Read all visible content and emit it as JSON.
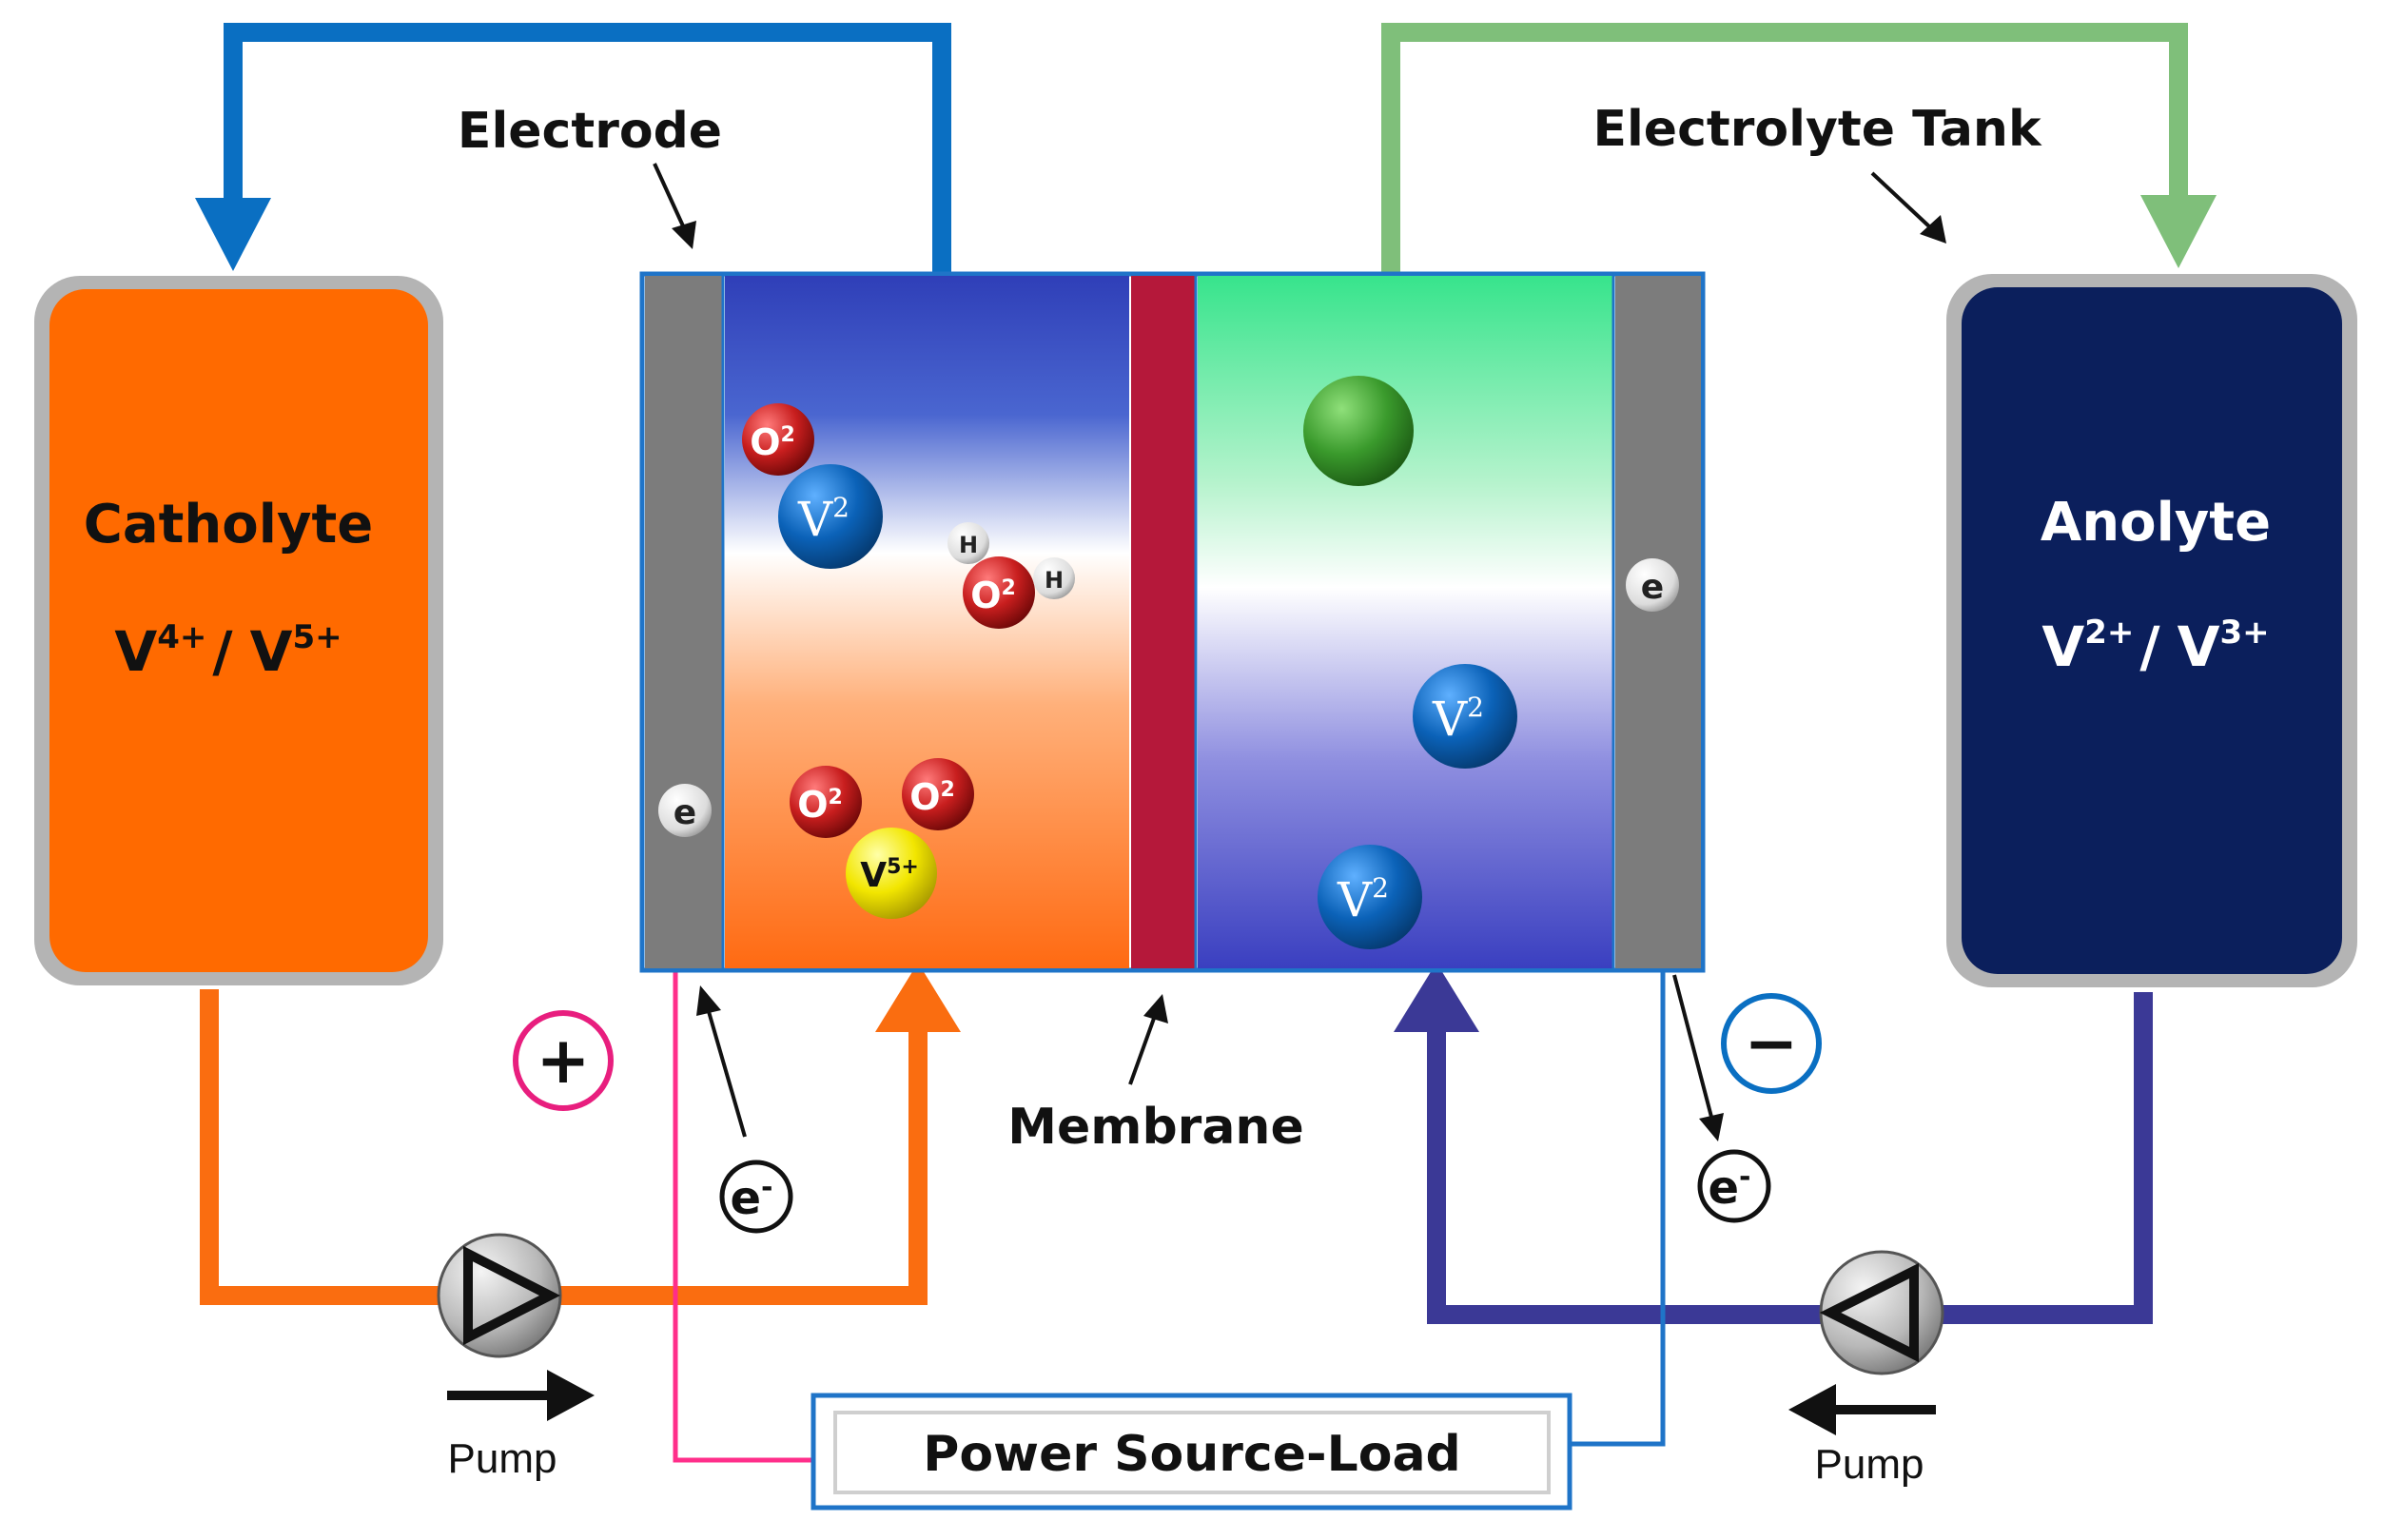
{
  "labels": {
    "electrode": "Electrode",
    "electrolyte_tank": "Electrolyte Tank",
    "membrane": "Membrane",
    "power_source_load": "Power Source-Load",
    "pump_left": "Pump",
    "pump_right": "Pump"
  },
  "catholyte": {
    "title": "Catholyte",
    "species_a": "V",
    "charge_a": "4+",
    "separator": "/",
    "species_b": "V",
    "charge_b": "5+"
  },
  "anolyte": {
    "title": "Anolyte",
    "species_a": "V",
    "charge_a": "2+",
    "separator": "/",
    "species_b": "V",
    "charge_b": "3+"
  },
  "terminals": {
    "positive": "+",
    "negative": "−",
    "electron_left": "e",
    "electron_left_sup": "-",
    "electron_right": "e",
    "electron_right_sup": "-"
  },
  "particles": {
    "electron": "e",
    "vanadium": "V",
    "vanadium_sup": "2",
    "oxygen": "O",
    "oxygen_sup": "2",
    "hydrogen": "H",
    "v5": "V",
    "v5_sup": "5+"
  },
  "colors": {
    "catholyte_tank": "#ff6a00",
    "anolyte_tank": "#0b1f5c",
    "catholyte_loop": "#fa6d10",
    "anolyte_loop": "#3b3996",
    "return_left": "#0a6fc2",
    "return_right": "#7fbf7a",
    "membrane": "#b5183a",
    "electrode": "#7c7c7c",
    "positive": "#e81e7e",
    "negative": "#0a6fc2",
    "wire_left": "#ff2e8a",
    "wire_right": "#1f74c8"
  }
}
